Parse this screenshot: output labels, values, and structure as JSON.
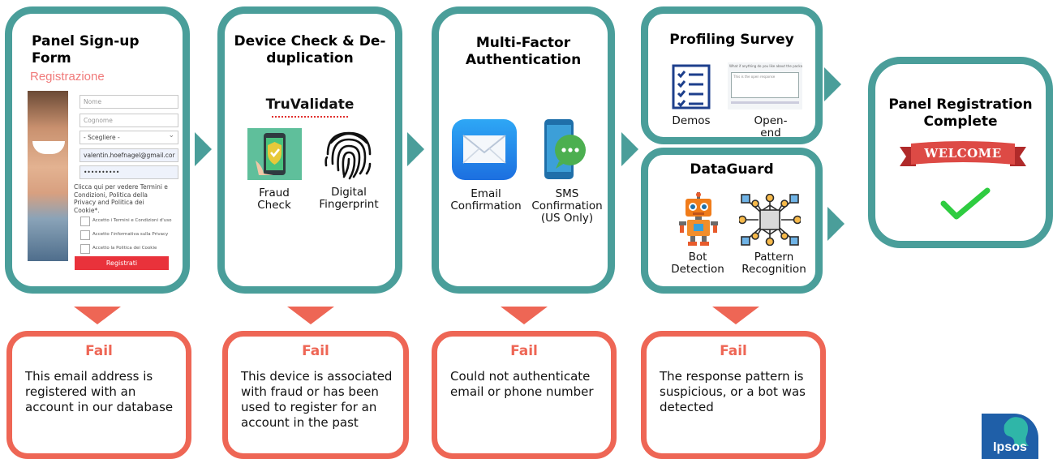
{
  "colors": {
    "teal": "#4a9e9a",
    "coral": "#ee6655"
  },
  "step1": {
    "title": "Panel Sign-up Form",
    "form": {
      "heading": "Registrazione",
      "fields": [
        "Nome",
        "Cognome",
        "- Scegliere -",
        "valentin.hoefnagel@gmail.cor",
        "••••••••••"
      ],
      "terms_text": "Clicca qui per vedere Termini e Condizioni, Politica della Privacy and Politica dei Cookie*.",
      "checkboxes": [
        "Accetto i Termini e Condizioni d'uso",
        "Accetto l'informativa sulla Privacy",
        "Accetto la Politica dei Cookie"
      ],
      "submit": "Registrati"
    }
  },
  "step2": {
    "title": "Device Check & De-duplication",
    "brand": "TruValidate",
    "items": [
      "Fraud Check",
      "Digital Fingerprint"
    ]
  },
  "step3": {
    "title": "Multi-Factor Authentication",
    "items": [
      "Email Confirmation",
      "SMS Confirmation (US Only)"
    ]
  },
  "step4a": {
    "title": "Profiling Survey",
    "items": [
      "Demos",
      "Open-end"
    ],
    "survey_question": "What if anything do you like about the packaging?",
    "survey_answer": "This is the open response"
  },
  "step4b": {
    "title": "DataGuard",
    "items": [
      "Bot Detection",
      "Pattern Recognition"
    ]
  },
  "final": {
    "title": "Panel Registration Complete",
    "banner": "WELCOME"
  },
  "fails": [
    {
      "title": "Fail",
      "text": "This email address is registered with an account in our database"
    },
    {
      "title": "Fail",
      "text": "This device is associated with fraud or has been used to register for an account in the past"
    },
    {
      "title": "Fail",
      "text": "Could not authenticate email or phone number"
    },
    {
      "title": "Fail",
      "text": "The response pattern is suspicious, or a bot was detected"
    }
  ],
  "logo": {
    "text": "Ipsos"
  }
}
